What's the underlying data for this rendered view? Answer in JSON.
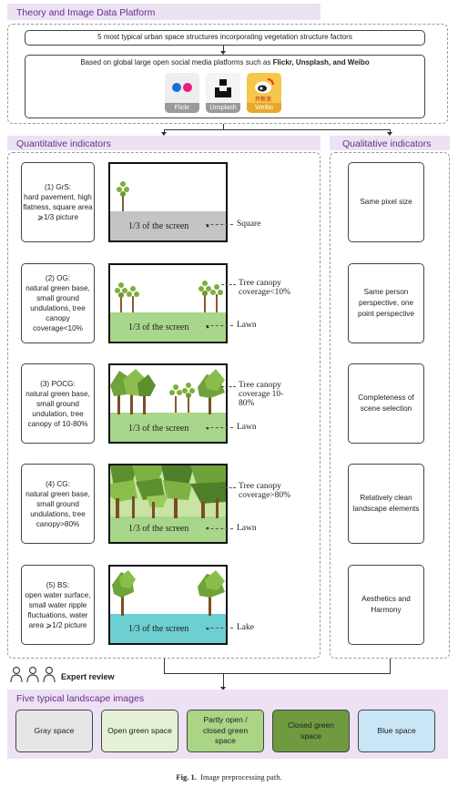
{
  "section_theory": {
    "title": "Theory and Image Data Platform",
    "top_box": "5 most typical urban space structures incorporating vegetation structure factors",
    "platform_text_pre": "Based on global large open social media platforms such as ",
    "platform_text_bold": "Flickr, Unsplash, and Weibo",
    "logos": [
      {
        "name": "Flickr",
        "icon": "flickr-icon"
      },
      {
        "name": "Unsplash",
        "icon": "unsplash-icon"
      },
      {
        "name": "Weibo",
        "icon": "weibo-icon",
        "badge": "开新浪"
      }
    ]
  },
  "quantitative": {
    "title": "Quantitative indicators",
    "rows": [
      {
        "code": "(1) GrS:",
        "desc": "hard pavement, high flatness, square area ⩾1/3 picture",
        "screen_label": "1/3 of the screen",
        "canopy_label": "",
        "ground_label": "Square",
        "ground_color": "#c4c4c4",
        "canopy_fraction": 0.0
      },
      {
        "code": "(2) OG:",
        "desc": "natural green base, small ground undulations, tree canopy coverage<10%",
        "screen_label": "1/3 of the screen",
        "canopy_label": "Tree canopy coverage<10%",
        "ground_label": "Lawn",
        "ground_color": "#a8d68a",
        "canopy_fraction": 0.08
      },
      {
        "code": "(3) POCG:",
        "desc": "natural green base, small ground undulation, tree canopy of 10-80%",
        "screen_label": "1/3 of the screen",
        "canopy_label": "Tree canopy coverage 10-80%",
        "ground_label": "Lawn",
        "ground_color": "#a8d68a",
        "canopy_fraction": 0.45
      },
      {
        "code": "(4) CG:",
        "desc": "natural green base, small ground undulations, tree canopy>80%",
        "screen_label": "1/3 of the screen",
        "canopy_label": "Tree canopy coverage>80%",
        "ground_label": "Lawn",
        "ground_color": "#a8d68a",
        "canopy_fraction": 0.85
      },
      {
        "code": "(5) BS:",
        "desc": "open water surface, small water ripple fluctuations, water area ⩾1/2 picture",
        "screen_label": "1/3 of the screen",
        "canopy_label": "",
        "ground_label": "Lake",
        "ground_color": "#6ccfd2",
        "canopy_fraction": 0.0
      }
    ]
  },
  "qualitative": {
    "title": "Qualitative indicators",
    "items": [
      "Same pixel size",
      "Same person perspective, one point perspective",
      "Completeness of scene selection",
      "Relatively clean landscape elements",
      "Aesthetics and Harmony"
    ]
  },
  "expert_review": {
    "label": "Expert review",
    "icon": "people-icon"
  },
  "outputs": {
    "title": "Five typical landscape images",
    "items": [
      {
        "label": "Gray space",
        "color": "#e6e6e6"
      },
      {
        "label": "Open green space",
        "color": "#e4f1d4"
      },
      {
        "label": "Partly open / closed green space",
        "color": "#a9d585"
      },
      {
        "label": "Closed green space",
        "color": "#6f9a3f"
      },
      {
        "label": "Blue space",
        "color": "#c9e6f7"
      }
    ]
  },
  "caption": {
    "fig": "Fig. 1.",
    "text": "Image preprocessing path."
  }
}
